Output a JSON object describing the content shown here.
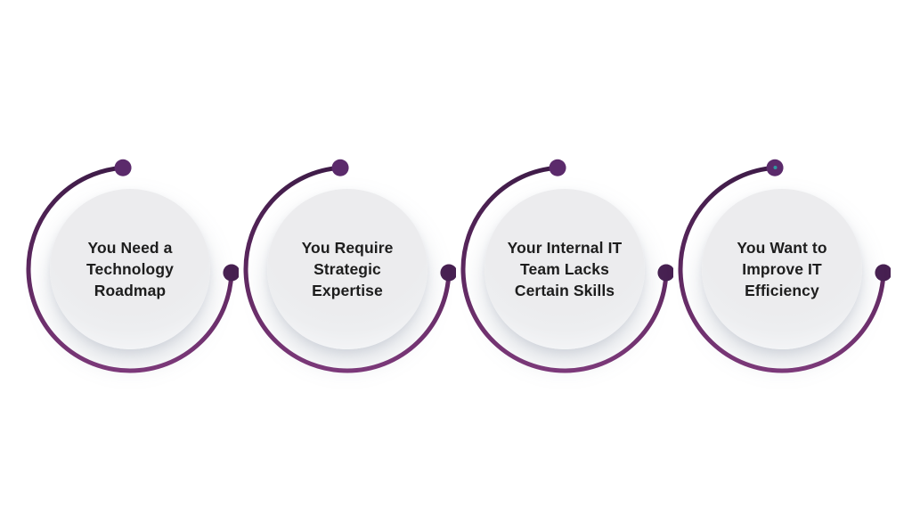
{
  "colors": {
    "arc_top": "#3c1b46",
    "arc_bottom": "#7d3478",
    "dot_start": "#5b2a6b",
    "dot_end": "#472051",
    "teal_mark": "#2f9aa0",
    "bubble_fill": "#ececee",
    "text": "#1d1d1d",
    "background": "#ffffff"
  },
  "items": [
    {
      "label": "You Need a\nTechnology\nRoadmap"
    },
    {
      "label": "You Require\nStrategic\nExpertise"
    },
    {
      "label": "Your Internal IT\nTeam Lacks\nCertain Skills"
    },
    {
      "label": "You Want to\nImprove IT\nEfficiency"
    }
  ]
}
